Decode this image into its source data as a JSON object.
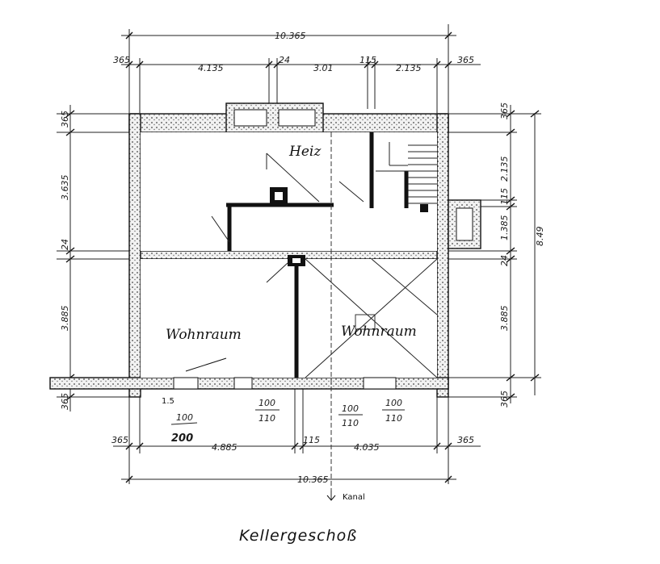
{
  "drawing": {
    "title": "Kellergeschoß",
    "rooms": {
      "heiz": "Heiz",
      "wohnraum_left": "Wohnraum",
      "wohnraum_right": "Wohnraum"
    },
    "kanal_label": "Kanal",
    "top_dims": {
      "overall": "10.365",
      "wall_left": "365",
      "seg1": "4.135",
      "wall_mid1": "24",
      "seg2": "3.01",
      "wall_mid2": "115",
      "seg3": "2.135",
      "wall_right": "365"
    },
    "bottom_dims": {
      "overall": "10.365",
      "wall_left": "365",
      "seg1": "4.885",
      "wall_mid": "115",
      "seg2": "4.035",
      "wall_right": "365"
    },
    "left_dims": {
      "top_wall": "365",
      "room_top": "3.635",
      "mid_wall": "24",
      "room_bottom": "3.885",
      "bottom_wall": "365"
    },
    "right_dims": {
      "top_wall": "365",
      "seg1": "2.135",
      "wall_a": "115",
      "seg2": "1.385",
      "wall_b": "24",
      "room_bottom": "3.885",
      "bottom_wall": "365",
      "overall": "8.49"
    },
    "window_marks": {
      "w1_top": "100",
      "w1_bottom": "200",
      "w2_top": "100",
      "w2_bottom": "110",
      "w3_top": "100",
      "w3_bottom": "110",
      "w4_top": "100",
      "w4_bottom": "110",
      "sill_note": "1.5"
    }
  }
}
